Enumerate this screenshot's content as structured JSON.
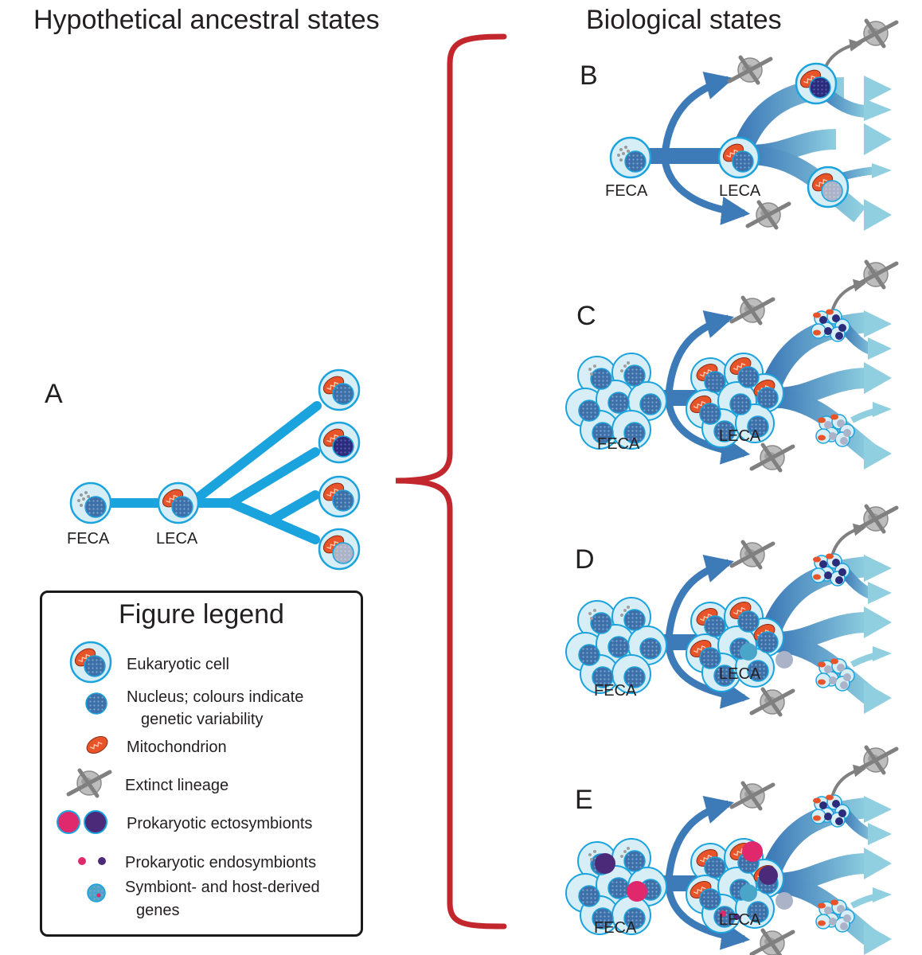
{
  "headers": {
    "left": "Hypothetical ancestral states",
    "right": "Biological states"
  },
  "panels": {
    "A": {
      "letter": "A",
      "feca": "FECA",
      "leca": "LECA"
    },
    "B": {
      "letter": "B",
      "feca": "FECA",
      "leca": "LECA"
    },
    "C": {
      "letter": "C",
      "feca": "FECA",
      "leca": "LECA"
    },
    "D": {
      "letter": "D",
      "feca": "FECA",
      "leca": "LECA"
    },
    "E": {
      "letter": "E",
      "feca": "FECA",
      "leca": "LECA"
    }
  },
  "legend": {
    "title": "Figure legend",
    "eukaryotic_cell": "Eukaryotic cell",
    "nucleus_line1": "Nucleus; colours indicate",
    "nucleus_line2": "genetic variability",
    "mitochondrion": "Mitochondrion",
    "extinct": "Extinct lineage",
    "ectosymbionts": "Prokaryotic ectosymbionts",
    "endosymbionts": "Prokaryotic endosymbionts",
    "genes_line1": "Symbiont- and host-derived",
    "genes_line2": "genes"
  },
  "colors": {
    "tree_a": "#1ba3dd",
    "tree_dark": "#3d7ab8",
    "tree_light": "#8fcfe0",
    "bracket": "#c1272d",
    "cell_fill": "#d7eef6",
    "cell_stroke": "#1ba3dd",
    "nucleus": "#3d6fa8",
    "nucleus_dark": "#2b2d7c",
    "mito": "#e8542a",
    "extinct": "#808080",
    "ecto_pink": "#e0286d",
    "ecto_purple": "#4b2a7a"
  },
  "icons": [
    "eukaryotic-cell-icon",
    "nucleus-icon",
    "mitochondrion-icon",
    "extinct-lineage-icon",
    "ectosymbiont-icon",
    "endosymbiont-icon",
    "mixed-genes-icon"
  ]
}
